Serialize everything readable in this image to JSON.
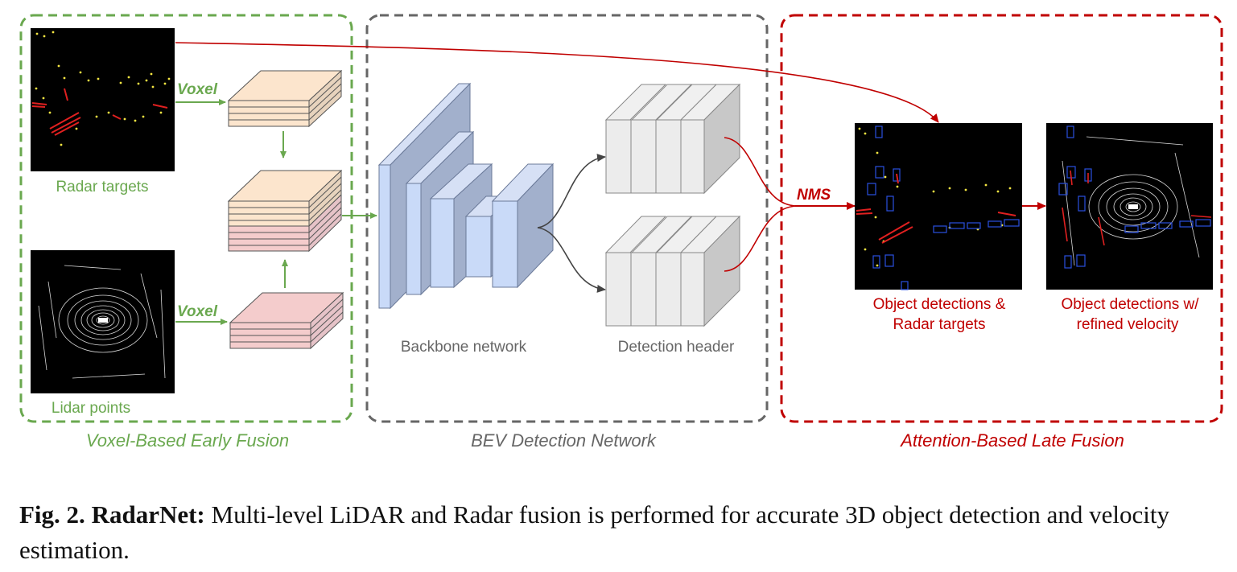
{
  "sections": {
    "early_fusion": {
      "label": "Voxel-Based Early Fusion",
      "color": "#6aa84f"
    },
    "bev": {
      "label": "BEV Detection Network",
      "color": "#666666"
    },
    "late_fusion": {
      "label": "Attention-Based Late Fusion",
      "color": "#c00000"
    }
  },
  "inputs": {
    "radar_label": "Radar targets",
    "lidar_label": "Lidar points",
    "voxel_label_top": "Voxel",
    "voxel_label_bottom": "Voxel"
  },
  "network": {
    "backbone_label": "Backbone network",
    "header_label": "Detection header",
    "nms_label": "NMS"
  },
  "outputs": {
    "detections_radar_line1": "Object detections &",
    "detections_radar_line2": "Radar targets",
    "refined_line1": "Object detections w/",
    "refined_line2": "refined velocity"
  },
  "caption": {
    "fig": "Fig. 2.",
    "title": "RadarNet:",
    "text": " Multi-level LiDAR and Radar fusion is performed for accurate 3D object detection and velocity estimation."
  }
}
